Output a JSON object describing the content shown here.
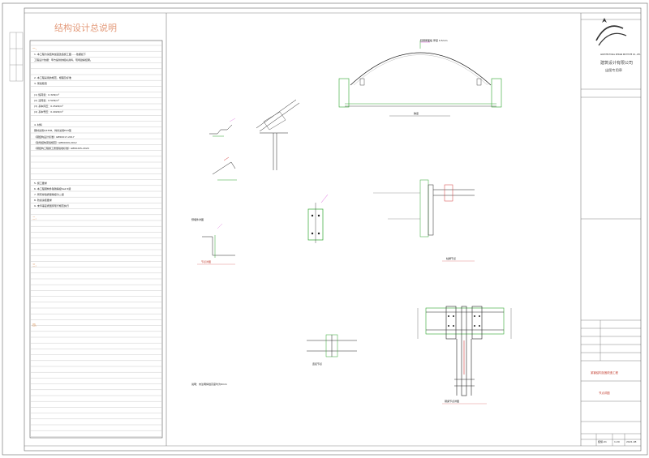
{
  "notes_panel": {
    "title": "结构设计总说明",
    "lines": [
      "1. 本工程为某结构加固改造施工图……依据如下",
      "工程设计依据：甲方提供的相关资料，现场勘察结果。",
      "2. 本工程采用的规范、规程及标准",
      "3. 荷载取值",
      "(1) 恒荷载：0.3kN/m²",
      "(2) 活荷载：0.5kN/m²",
      "(3) 基本风压：0.45kN/m²",
      "(4) 基本雪压：0.40kN/m²",
      "4. 材料",
      "钢材采用Q235B，焊条采用E43型",
      "《钢结构设计标准》GB50017-2017",
      "《建筑结构荷载规范》GB50009-2012",
      "《钢结构工程施工质量验收标准》GB50205-2020",
      "5. 施工要求",
      "6. 本工程钢构件除锈等级Sa2.5级",
      "7. 所有焊缝质量等级为二级",
      "8. 防腐涂装要求",
      "9. 未尽事宜按国家现行规范执行"
    ],
    "section_heads": [
      "一、",
      "二、",
      "三、",
      "四、"
    ]
  },
  "title_block": {
    "company_cn": "建筑设计有限公司",
    "company_en": "ARCHITECTURAL DESIGN INSTITUTE CO., LTD.",
    "stamp_cn": "出图专用章",
    "project_name": "某钢结构加固改造工程",
    "drawing_name": "节点详图",
    "drawing_no": "结施-01",
    "scale": "1:20",
    "date": "2021.08"
  },
  "drawing": {
    "arch_label": "轻钢屋面板 厚度 0.5mm",
    "arch_span": "跨度",
    "detail_labels": [
      "节点详图",
      "连接节点",
      "钢梁节点详图",
      "柱脚节点",
      "预埋件详图"
    ],
    "remark": "说明：未注明焊缝高度均为6mm"
  },
  "colors": {
    "green": "#2fa52f",
    "magenta": "#d43cd4",
    "red": "#d23c3c",
    "orange": "#e39a7a",
    "line": "#222222"
  }
}
